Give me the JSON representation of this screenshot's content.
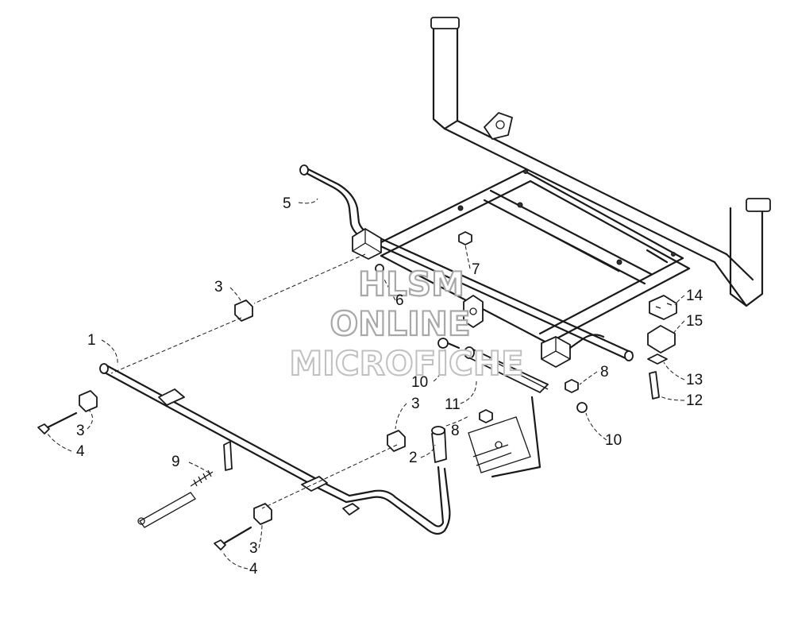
{
  "callouts": {
    "c1": "1",
    "c2": "2",
    "c3a": "3",
    "c3b": "3",
    "c3c": "3",
    "c3d": "3",
    "c4a": "4",
    "c4b": "4",
    "c5": "5",
    "c6": "6",
    "c7": "7",
    "c8a": "8",
    "c8b": "8",
    "c9": "9",
    "c10a": "10",
    "c10b": "10",
    "c11": "11",
    "c12": "12",
    "c13": "13",
    "c14": "14",
    "c15": "15"
  },
  "watermark": {
    "line1": "HLSM",
    "line2": "ONLINE",
    "line3": "MICROFICHE"
  },
  "colors": {
    "line": "#1a1a1a",
    "watermark": "#b0b0b0"
  }
}
